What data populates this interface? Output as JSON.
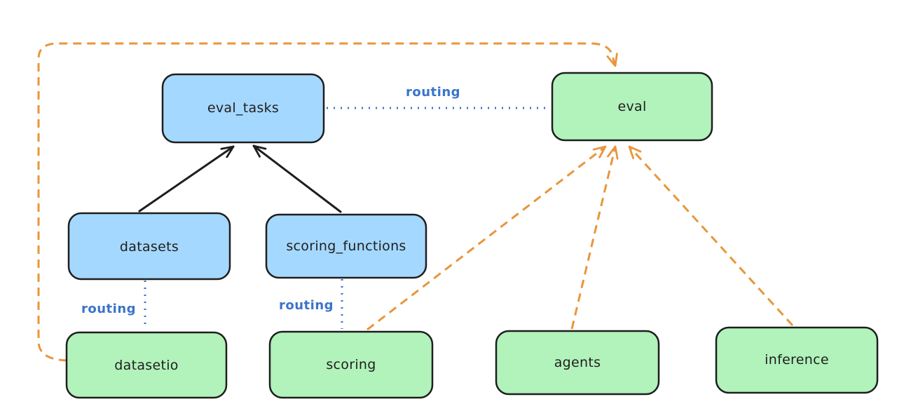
{
  "diagram": {
    "kind": "architecture-routing-diagram",
    "background": "#ffffff"
  },
  "colors": {
    "blue_node": "#a5d8ff",
    "green_node": "#b2f2bb",
    "stroke": "#1e1e1e",
    "routing_blue": "#3b74c9",
    "orange": "#e8963c"
  },
  "nodes": {
    "eval_tasks": {
      "label": "eval_tasks",
      "color": "blue"
    },
    "eval": {
      "label": "eval",
      "color": "green"
    },
    "datasets": {
      "label": "datasets",
      "color": "blue"
    },
    "scoring_functions": {
      "label": "scoring_functions",
      "color": "blue"
    },
    "datasetio": {
      "label": "datasetio",
      "color": "green"
    },
    "scoring": {
      "label": "scoring",
      "color": "green"
    },
    "agents": {
      "label": "agents",
      "color": "green"
    },
    "inference": {
      "label": "inference",
      "color": "green"
    }
  },
  "edges": [
    {
      "from": "eval_tasks",
      "to": "eval",
      "style": "dotted-blue",
      "label": "routing"
    },
    {
      "from": "datasets",
      "to": "datasetio",
      "style": "dotted-blue",
      "label": "routing"
    },
    {
      "from": "scoring_functions",
      "to": "scoring",
      "style": "dotted-blue",
      "label": "routing"
    },
    {
      "from": "datasets",
      "to": "eval_tasks",
      "style": "solid-black",
      "label": ""
    },
    {
      "from": "scoring_functions",
      "to": "eval_tasks",
      "style": "solid-black",
      "label": ""
    },
    {
      "from": "datasetio",
      "to": "eval",
      "style": "dashed-orange",
      "label": ""
    },
    {
      "from": "scoring",
      "to": "eval",
      "style": "dashed-orange",
      "label": ""
    },
    {
      "from": "agents",
      "to": "eval",
      "style": "dashed-orange",
      "label": ""
    },
    {
      "from": "inference",
      "to": "eval",
      "style": "dashed-orange",
      "label": ""
    }
  ]
}
